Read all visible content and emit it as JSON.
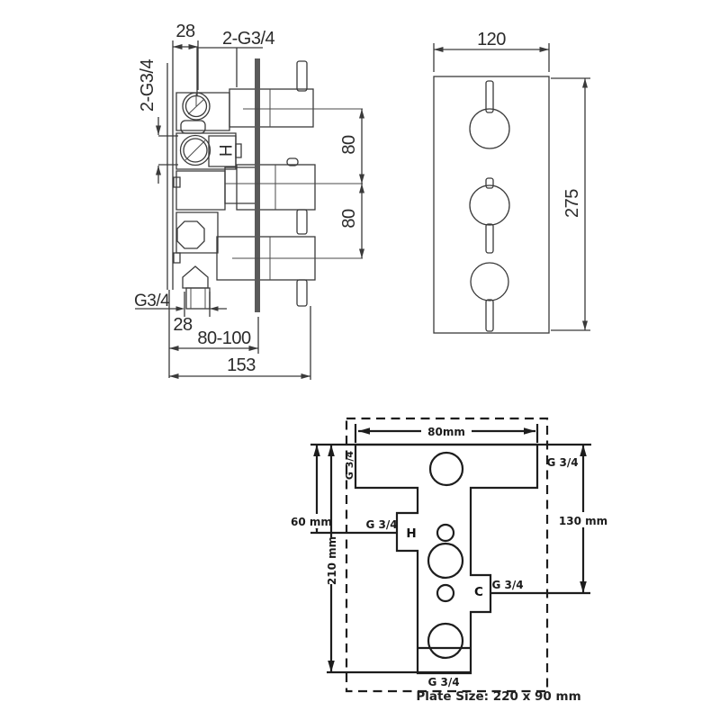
{
  "drawing": {
    "background": "#ffffff",
    "line_color_soft": "#3a3a3a",
    "line_color_hard": "#1d1d1d",
    "rail_color": "#5a5a5a"
  },
  "side_view": {
    "dims": {
      "top_offset": "28",
      "top_ports": "2-G3/4",
      "side_ports": "2-G3/4",
      "spacing_upper": "80",
      "spacing_lower": "80",
      "bottom_outlet": "G3/4",
      "bottom_offset": "28",
      "depth_range": "80-100",
      "overall_depth": "153"
    },
    "hot_marker": "H"
  },
  "front_view": {
    "dims": {
      "width": "120",
      "height": "275"
    }
  },
  "template_view": {
    "dims": {
      "width": "80mm",
      "upper_offset": "60 mm",
      "overall_height": "210 mm",
      "right_offset": "130 mm"
    },
    "ports": {
      "top_left": "G 3/4",
      "top_right": "G 3/4",
      "hot": "G 3/4",
      "cold": "G 3/4",
      "bottom": "G 3/4",
      "hot_letter": "H",
      "cold_letter": "C"
    },
    "plate_size": "Plate Size: 220 x 90 mm"
  }
}
